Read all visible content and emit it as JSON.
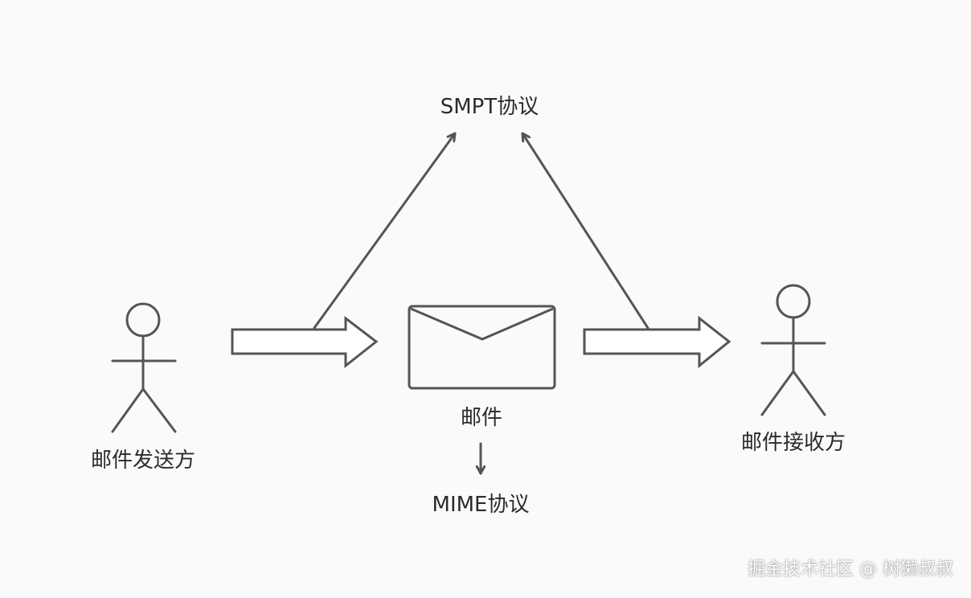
{
  "labels": {
    "smtp": "SMPT协议",
    "sender": "邮件发送方",
    "mail": "邮件",
    "mime": "MIME协议",
    "receiver": "邮件接收方"
  },
  "watermark": "掘金技术社区 @ 树獭叔叔",
  "colors": {
    "background": "#fafafa",
    "stroke": "#555555",
    "text": "#2b2b2b"
  },
  "icons": {
    "sender": "stick-figure-icon",
    "receiver": "stick-figure-icon",
    "mail": "envelope-icon"
  }
}
